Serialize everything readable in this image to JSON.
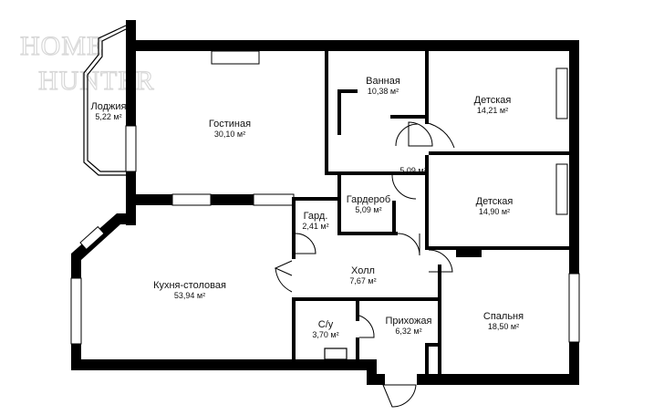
{
  "logo": {
    "line1": "HOME",
    "line2": "HUNTER"
  },
  "rooms": [
    {
      "id": "loggia",
      "name": "Лоджия",
      "area": "5,22 м²"
    },
    {
      "id": "living",
      "name": "Гостиная",
      "area": "30,10 м²"
    },
    {
      "id": "bath",
      "name": "Ванная",
      "area": "10,38 м²"
    },
    {
      "id": "kids1",
      "name": "Детская",
      "area": "14,21 м²"
    },
    {
      "id": "corridor",
      "name": "",
      "area": "5,09 м²"
    },
    {
      "id": "kids2",
      "name": "Детская",
      "area": "14,90 м²"
    },
    {
      "id": "garderob",
      "name": "Гардероб",
      "area": "5,09 м²"
    },
    {
      "id": "gard",
      "name": "Гард.",
      "area": "2,41 м²"
    },
    {
      "id": "kitchen",
      "name": "Кухня-столовая",
      "area": "53,94 м²"
    },
    {
      "id": "hall",
      "name": "Холл",
      "area": "7,67 м²"
    },
    {
      "id": "wc",
      "name": "С/у",
      "area": "3,70 м²"
    },
    {
      "id": "entry",
      "name": "Прихожая",
      "area": "6,32 м²"
    },
    {
      "id": "bedroom",
      "name": "Спальня",
      "area": "18,50 м²"
    }
  ]
}
